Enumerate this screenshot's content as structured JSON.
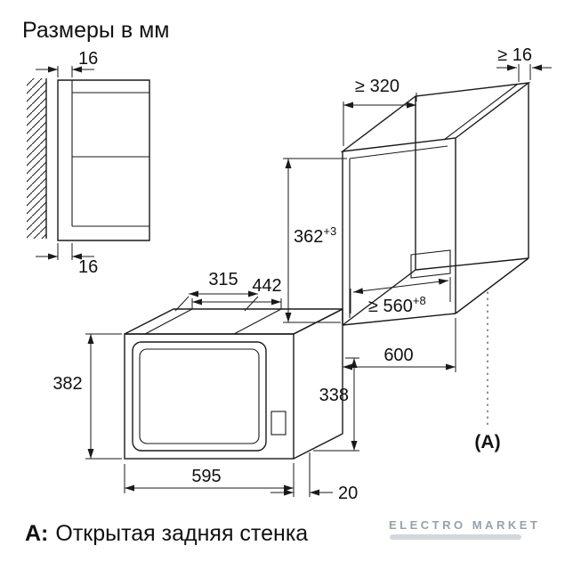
{
  "title": "Размеры в мм",
  "side_view": {
    "dim_top": "16",
    "dim_bottom": "16"
  },
  "oven": {
    "body_depth": "315",
    "body_width": "442",
    "front_height": "382",
    "body_height": "338",
    "front_width": "595",
    "frame_gap": "20"
  },
  "niche": {
    "depth_min": "≥ 320",
    "panel_min": "≥ 16",
    "height": "362",
    "height_tol": "+3",
    "width_min": "≥ 560",
    "width_tol": "+8",
    "outer_width": "600",
    "rear_label": "(A)"
  },
  "caption": {
    "key": "A:",
    "text": "Открытая задняя стенка"
  },
  "watermark": {
    "text": "ELECTRO MARKET"
  },
  "colors": {
    "line": "#1a1a1a",
    "text": "#111111",
    "watermark": "#9aa0a6"
  }
}
